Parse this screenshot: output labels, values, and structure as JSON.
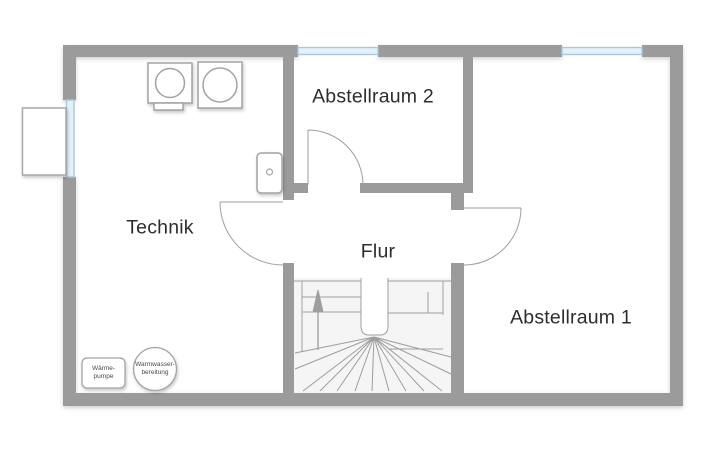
{
  "rooms": {
    "technik": "Technik",
    "abstellraum2": "Abstellraum 2",
    "flur": "Flur",
    "abstellraum1": "Abstellraum 1"
  },
  "equipment": {
    "heat_pump": {
      "line1": "Wärme-",
      "line2": "pumpe"
    },
    "water_heater": {
      "line1": "Warmwasser-",
      "line2": "bereitung"
    }
  },
  "icons": [
    "washing-machine-icon",
    "dryer-icon",
    "electrical-panel-icon",
    "stairs-icon",
    "up-arrow-icon",
    "door-swing-icon",
    "window-icon",
    "lightwell-icon"
  ],
  "colors": {
    "wall": "#9b9b9b",
    "line": "#9e9e9e",
    "window_fill": "#e4f1f9",
    "window_edge": "#a6c9dd",
    "stair_fill": "#f5f5f5",
    "eye_fill": "#ffffff",
    "text": "#2d2d2d"
  }
}
